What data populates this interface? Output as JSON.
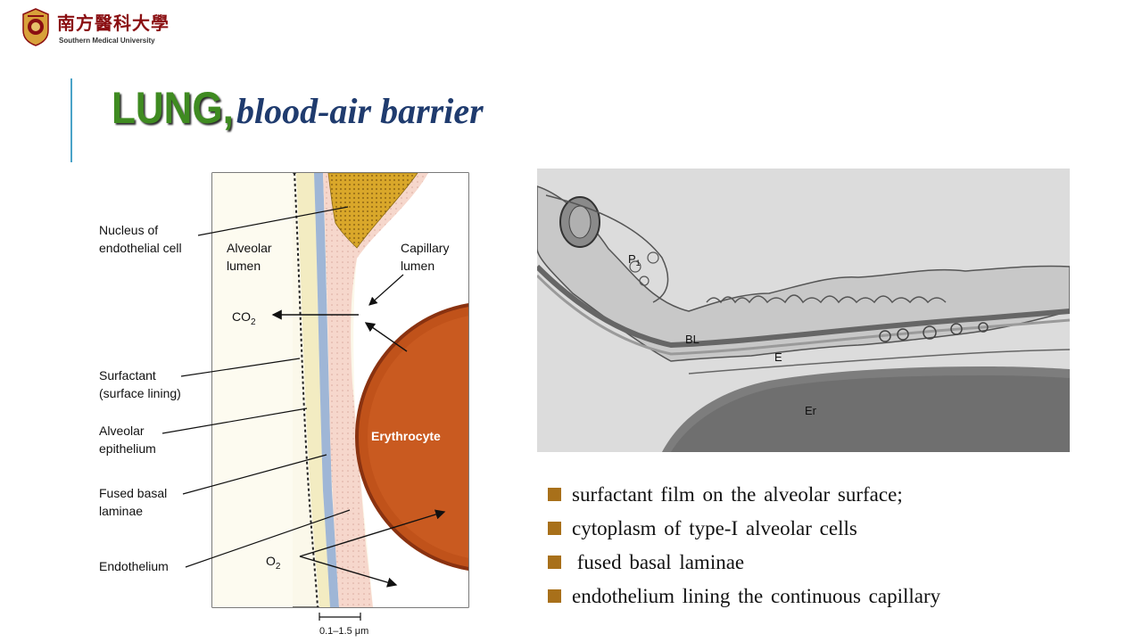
{
  "header": {
    "university_cn": "南方醫科大學",
    "university_en": "Southern Medical University"
  },
  "title": {
    "main": "LUNG,",
    "subtitle": "blood-air barrier"
  },
  "diagram": {
    "labels": {
      "nucleus_line1": "Nucleus of",
      "nucleus_line2": "endothelial cell",
      "alveolar_lumen_line1": "Alveolar",
      "alveolar_lumen_line2": "lumen",
      "capillary_lumen_line1": "Capillary",
      "capillary_lumen_line2": "lumen",
      "co2": "CO",
      "co2_sub": "2",
      "surfactant_line1": "Surfactant",
      "surfactant_line2": "(surface lining)",
      "alveolar_epi_line1": "Alveolar",
      "alveolar_epi_line2": "epithelium",
      "basal_line1": "Fused basal",
      "basal_line2": "laminae",
      "endothelium": "Endothelium",
      "o2": "O",
      "o2_sub": "2",
      "erythrocyte": "Erythrocyte",
      "scale": "0.1–1.5 μm"
    }
  },
  "micrograph": {
    "labels": {
      "p1": "P",
      "p1_sub": "1",
      "bl": "BL",
      "e": "E",
      "er": "Er"
    }
  },
  "bullets": [
    "surfactant film on the alveolar surface;",
    "cytoplasm of type-I alveolar cells",
    " fused basal laminae",
    "endothelium lining the continuous capillary"
  ],
  "colors": {
    "title_green": "#3f8b21",
    "title_blue": "#1f3b6e",
    "accent_rule": "#4aa3c8",
    "bullet_square": "#a8701a",
    "erythrocyte": "#c0521a"
  }
}
